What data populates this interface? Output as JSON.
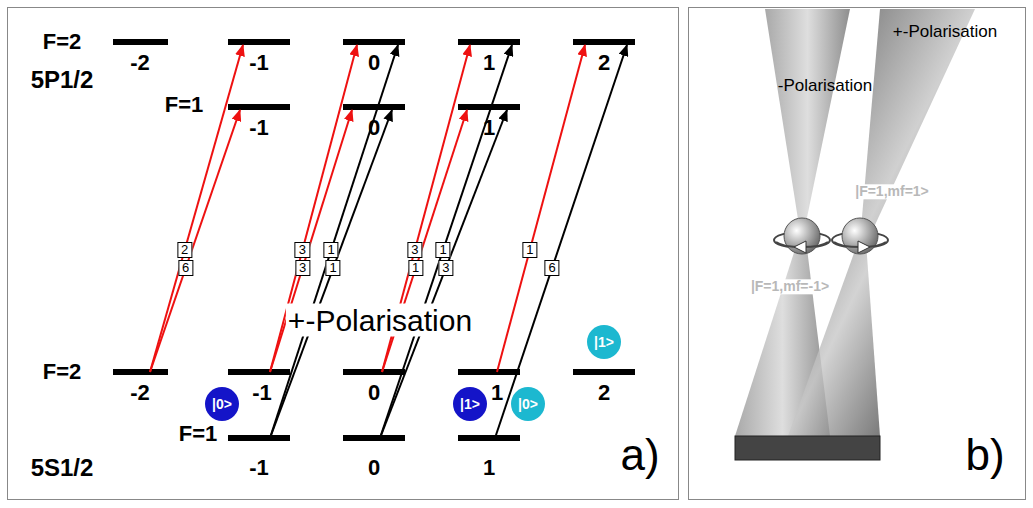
{
  "diagram": {
    "nodes": [
      {
        "text": [
          "|1>"
        ]
      },
      {
        "text": [
          "|0>"
        ]
      },
      {
        "text": [
          "|1>"
        ]
      },
      {
        "text": [
          "|0>"
        ]
      }
    ],
    "labels": [
      "F=2",
      "-2",
      "-1",
      "0",
      "1",
      "2",
      "5P1/2",
      "F=1",
      "-1",
      "0",
      "1",
      "2",
      "3",
      "1",
      "3",
      "1",
      "1",
      "6",
      "3",
      "1",
      "1",
      "3",
      "6",
      "+-Polarisation",
      "F=2",
      "-2",
      "-1",
      "0",
      "1",
      "2",
      "F=1",
      "5S1/2",
      "-1",
      "0",
      "1",
      "a)",
      "+-Polarisation",
      "-Polarisation",
      "|F=1,mf=1>",
      "|F=1,mf=-1>",
      "b)"
    ]
  }
}
